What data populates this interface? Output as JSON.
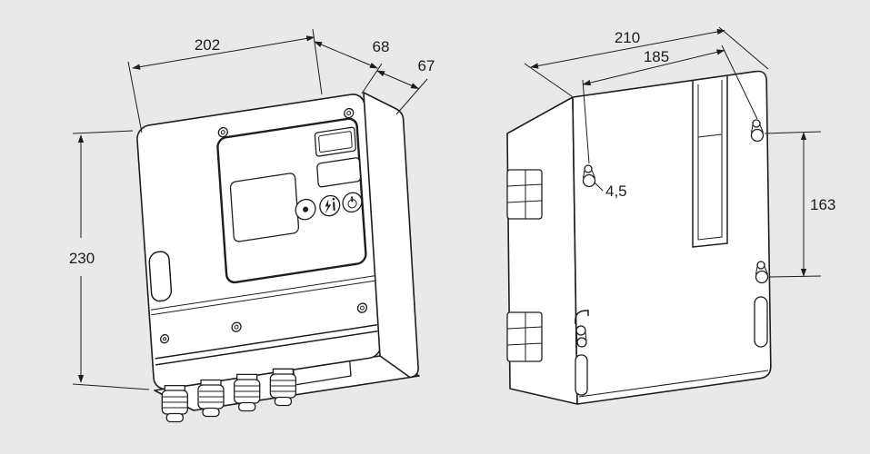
{
  "canvas": {
    "background": "#e9e9e9",
    "line_color": "#1d1d1b",
    "face_color": "#ffffff"
  },
  "front_view": {
    "dim_width": "202",
    "dim_depth_upper": "68",
    "dim_depth_lower": "67",
    "dim_height": "230"
  },
  "rear_view": {
    "dim_width_total": "210",
    "dim_hole_spacing_horizontal": "185",
    "dim_hole_diameter": "4,5",
    "dim_hole_spacing_vertical": "163"
  }
}
